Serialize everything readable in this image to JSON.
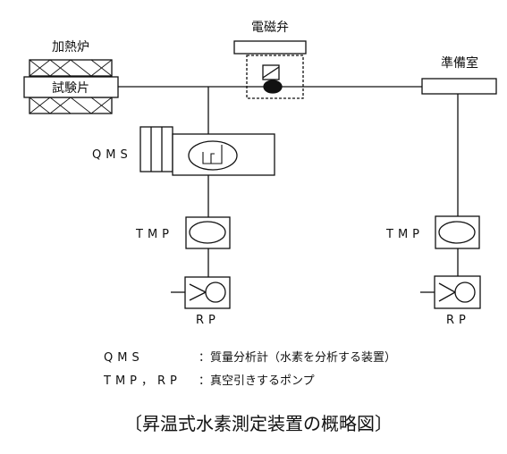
{
  "labels": {
    "furnace": "加熱炉",
    "specimen": "試験片",
    "valve": "電磁弁",
    "prep_room": "準備室",
    "qms": "QMS",
    "tmp_left": "TMP",
    "tmp_right": "TMP",
    "rp_left": "RP",
    "rp_right": "RP"
  },
  "legend": {
    "qms_key": "QMS",
    "qms_desc": "：質量分析計（水素を分析する装置）",
    "tmp_rp_key": "TMP，RP",
    "tmp_rp_desc": "：真空引きするポンプ"
  },
  "caption": "〔昇温式水素測定装置の概略図〕"
}
